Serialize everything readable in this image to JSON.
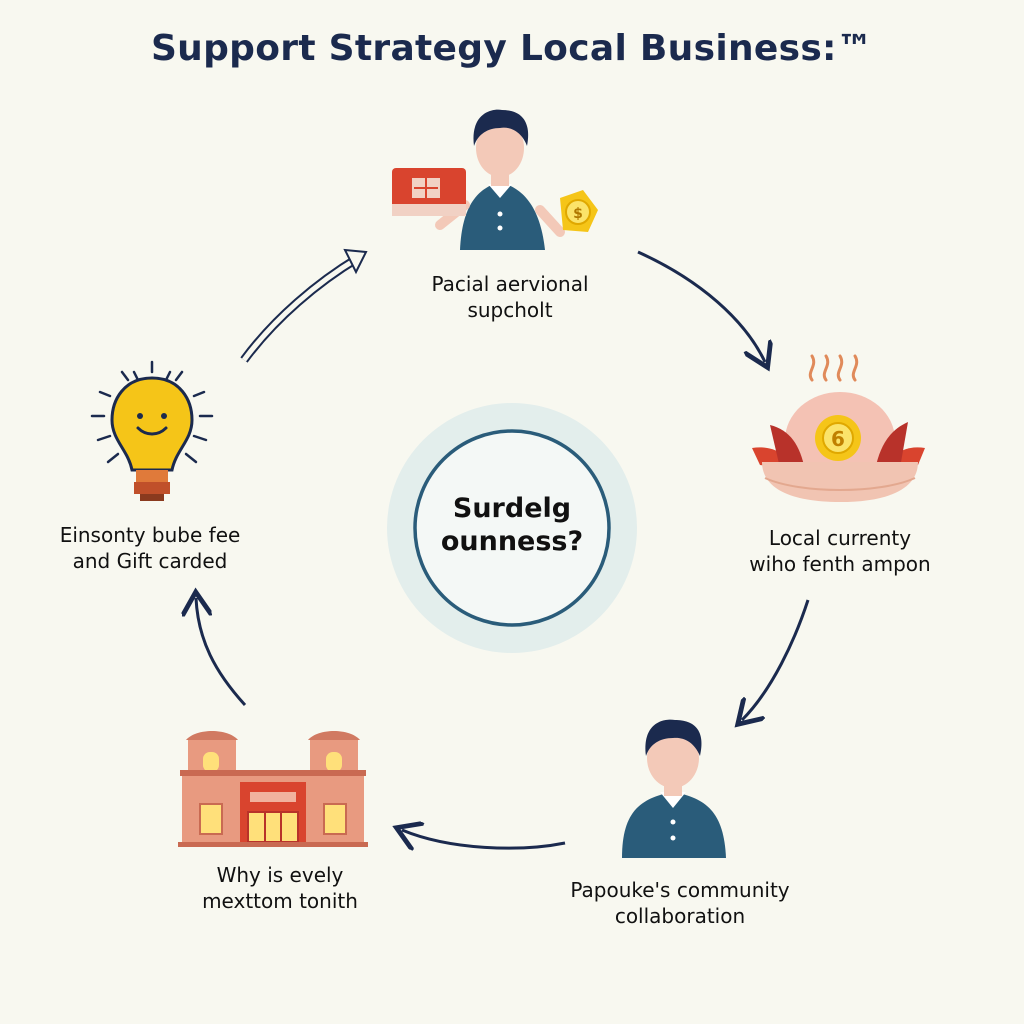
{
  "title": "Support Strategy Local Business:™",
  "center": {
    "line1": "Surdelg",
    "line2": "ounness?"
  },
  "nodes": [
    {
      "id": "top",
      "icon": "person-with-gift-card-icon",
      "line1": "Pacial aervional",
      "line2": "supcholt"
    },
    {
      "id": "right",
      "icon": "coin-basket-icon",
      "line1": "Local currenty",
      "line2": "wiho fenth ampon"
    },
    {
      "id": "bottom-right",
      "icon": "person-icon",
      "line1": "Papouke's community",
      "line2": "collaboration"
    },
    {
      "id": "bottom-left",
      "icon": "storefront-icon",
      "line1": "Why is evely",
      "line2": "mexttom tonith"
    },
    {
      "id": "left",
      "icon": "lightbulb-icon",
      "line1": "Einsonty bube fee",
      "line2": "and Gift carded"
    }
  ],
  "coin_labels": {
    "top": "$",
    "right": "6"
  },
  "colors": {
    "navy": "#1b2a4e",
    "teal": "#2a5c7a",
    "red": "#d9442e",
    "gold": "#f5c518",
    "skin": "#f3c9b8",
    "building": "#e89a80",
    "ring": "#e3eeec"
  }
}
